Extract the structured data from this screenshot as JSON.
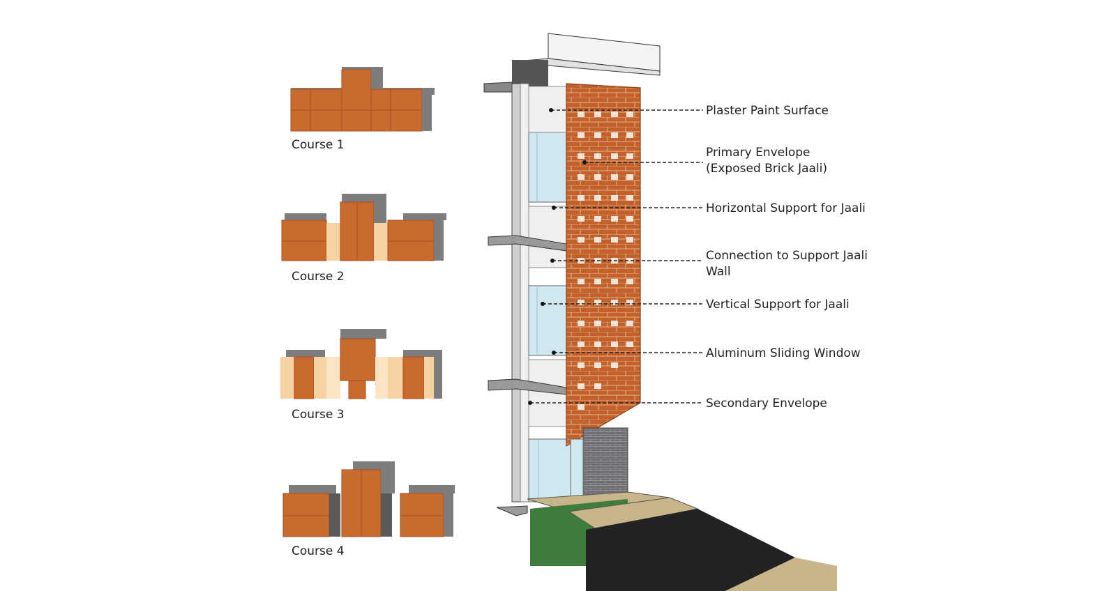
{
  "courses": [
    {
      "label": "Course 1"
    },
    {
      "label": "Course 2"
    },
    {
      "label": "Course 3"
    },
    {
      "label": "Course 4"
    }
  ],
  "annotations": [
    {
      "line1": "Plaster Paint Surface",
      "line2": ""
    },
    {
      "line1": "Primary Envelope",
      "line2": "(Exposed Brick Jaali)"
    },
    {
      "line1": "Horizontal Support for Jaali",
      "line2": ""
    },
    {
      "line1": "Connection to Support Jaali",
      "line2": "Wall"
    },
    {
      "line1": "Vertical Support for Jaali",
      "line2": ""
    },
    {
      "line1": "Aluminum Sliding Window",
      "line2": ""
    },
    {
      "line1": "Secondary Envelope",
      "line2": ""
    }
  ],
  "colors": {
    "brick": "#c96a2e",
    "brick_dark": "#a9501d",
    "brick_light": "#f6d2a3",
    "shadow": "#8a8a8a",
    "concrete": "#d8d8d8",
    "glass": "#cfe7ef",
    "grass": "#3f7d3c",
    "asphalt": "#222222",
    "sand": "#c8b58a"
  }
}
